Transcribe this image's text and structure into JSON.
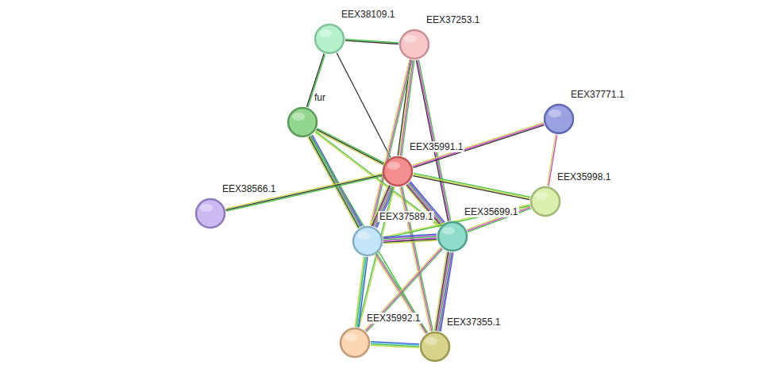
{
  "diagram": {
    "nodes": [
      {
        "text": [
          "EEX38109.1"
        ]
      },
      {
        "text": [
          "EEX37253.1"
        ]
      },
      {
        "text": [
          "EEX37771.1"
        ]
      },
      {
        "text": [
          "fur"
        ]
      },
      {
        "text": [
          "EEX35991.1"
        ]
      },
      {
        "text": [
          "EEX38566.1"
        ]
      },
      {
        "text": [
          "EEX35998.1"
        ]
      },
      {
        "text": [
          "EEX37589.1"
        ]
      },
      {
        "text": [
          "EEX35699.1"
        ]
      },
      {
        "text": [
          "EEX35992.1"
        ]
      },
      {
        "text": [
          "EEX37355.1"
        ]
      }
    ],
    "edges": [
      {
        "from": 0,
        "to": 1,
        "arrow": "none"
      },
      {
        "from": 0,
        "to": 3,
        "arrow": "none"
      },
      {
        "from": 0,
        "to": 4,
        "arrow": "none"
      },
      {
        "from": 1,
        "to": 4,
        "arrow": "none"
      },
      {
        "from": 1,
        "to": 7,
        "arrow": "none"
      },
      {
        "from": 1,
        "to": 8,
        "arrow": "none"
      },
      {
        "from": 3,
        "to": 4,
        "arrow": "none"
      },
      {
        "from": 3,
        "to": 7,
        "arrow": "none"
      },
      {
        "from": 3,
        "to": 8,
        "arrow": "none"
      },
      {
        "from": 3,
        "to": 10,
        "arrow": "none"
      },
      {
        "from": 4,
        "to": 2,
        "arrow": "none"
      },
      {
        "from": 4,
        "to": 5,
        "arrow": "none"
      },
      {
        "from": 4,
        "to": 6,
        "arrow": "none"
      },
      {
        "from": 4,
        "to": 7,
        "arrow": "none"
      },
      {
        "from": 4,
        "to": 8,
        "arrow": "none"
      },
      {
        "from": 4,
        "to": 9,
        "arrow": "none"
      },
      {
        "from": 4,
        "to": 10,
        "arrow": "none"
      },
      {
        "from": 2,
        "to": 6,
        "arrow": "none"
      },
      {
        "from": 6,
        "to": 8,
        "arrow": "none"
      },
      {
        "from": 6,
        "to": 7,
        "arrow": "none"
      },
      {
        "from": 7,
        "to": 8,
        "arrow": "none"
      },
      {
        "from": 7,
        "to": 9,
        "arrow": "none"
      },
      {
        "from": 7,
        "to": 10,
        "arrow": "none"
      },
      {
        "from": 8,
        "to": 9,
        "arrow": "none"
      },
      {
        "from": 8,
        "to": 10,
        "arrow": "none"
      },
      {
        "from": 9,
        "to": 10,
        "arrow": "none"
      }
    ]
  }
}
